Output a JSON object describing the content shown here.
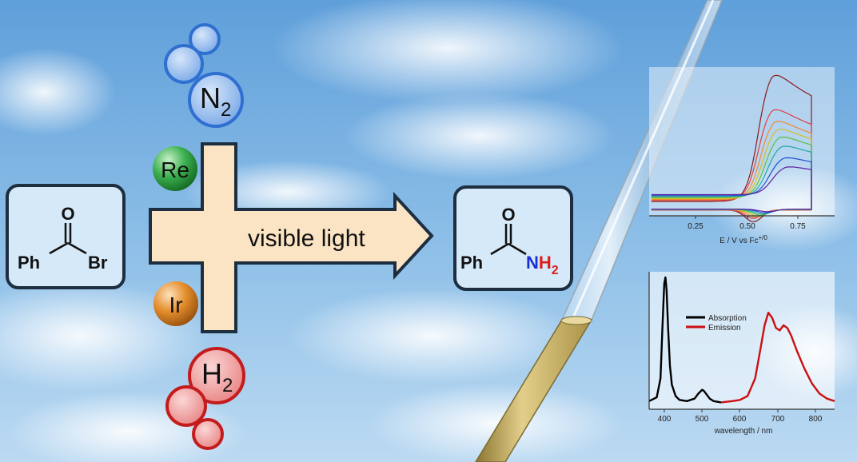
{
  "reactant": {
    "atom_o": "O",
    "group_left": "Ph",
    "group_right": "Br"
  },
  "product": {
    "atom_o": "O",
    "group_left": "Ph",
    "atom_n": "N",
    "atom_h": "H",
    "subscript": "2"
  },
  "arrow": {
    "label": "visible light"
  },
  "gas_in": {
    "symbol": "N",
    "subscript": "2"
  },
  "gas_out": {
    "symbol": "H",
    "subscript": "2"
  },
  "catalysts": {
    "rhenium": "Re",
    "iridium": "Ir"
  },
  "colors": {
    "n2_bubble": "#6fa3e6",
    "h2_bubble": "#e87a7a",
    "re_sphere": "#2ea84a",
    "ir_sphere": "#e08a2a",
    "arrow_fill": "#fbe4c4",
    "nitrogen": "#1a2ed8",
    "hydrogen": "#e01b1b"
  },
  "chart_data": [
    {
      "type": "line",
      "xlabel": "E / V vs Fc",
      "xlabel_superscript": "+/0",
      "xlim": [
        0.05,
        0.85
      ],
      "xticks": [
        "0.25",
        "0.50",
        "0.75"
      ],
      "series": [
        {
          "color": "#8b1a1a",
          "peak": [
            0.58,
            1.0
          ]
        },
        {
          "color": "#e04040",
          "peak": [
            0.58,
            0.72
          ]
        },
        {
          "color": "#f08a30",
          "peak": [
            0.59,
            0.62
          ]
        },
        {
          "color": "#d4c020",
          "peak": [
            0.6,
            0.55
          ]
        },
        {
          "color": "#5cbf40",
          "peak": [
            0.61,
            0.48
          ]
        },
        {
          "color": "#20a8a0",
          "peak": [
            0.62,
            0.4
          ]
        },
        {
          "color": "#2050d0",
          "peak": [
            0.63,
            0.3
          ]
        },
        {
          "color": "#6020a0",
          "peak": [
            0.64,
            0.22
          ]
        }
      ]
    },
    {
      "type": "line",
      "xlabel": "wavelength / nm",
      "xlim": [
        360,
        850
      ],
      "xticks": [
        "400",
        "500",
        "600",
        "700",
        "800"
      ],
      "series": [
        {
          "name": "Absorption",
          "color": "#000000",
          "x": [
            360,
            380,
            390,
            395,
            400,
            403,
            406,
            410,
            415,
            420,
            430,
            440,
            460,
            480,
            490,
            500,
            505,
            510,
            520,
            530,
            550
          ],
          "y": [
            0.02,
            0.05,
            0.2,
            0.6,
            0.95,
            1.0,
            0.9,
            0.6,
            0.3,
            0.15,
            0.06,
            0.03,
            0.02,
            0.04,
            0.08,
            0.11,
            0.1,
            0.08,
            0.04,
            0.02,
            0.01
          ]
        },
        {
          "name": "Emission",
          "color": "#cc1010",
          "x": [
            550,
            580,
            600,
            620,
            640,
            655,
            665,
            675,
            685,
            695,
            705,
            715,
            725,
            735,
            750,
            770,
            790,
            810,
            830,
            850
          ],
          "y": [
            0.01,
            0.02,
            0.03,
            0.06,
            0.2,
            0.45,
            0.62,
            0.72,
            0.68,
            0.6,
            0.58,
            0.62,
            0.6,
            0.54,
            0.42,
            0.28,
            0.16,
            0.08,
            0.04,
            0.02
          ]
        }
      ]
    }
  ]
}
